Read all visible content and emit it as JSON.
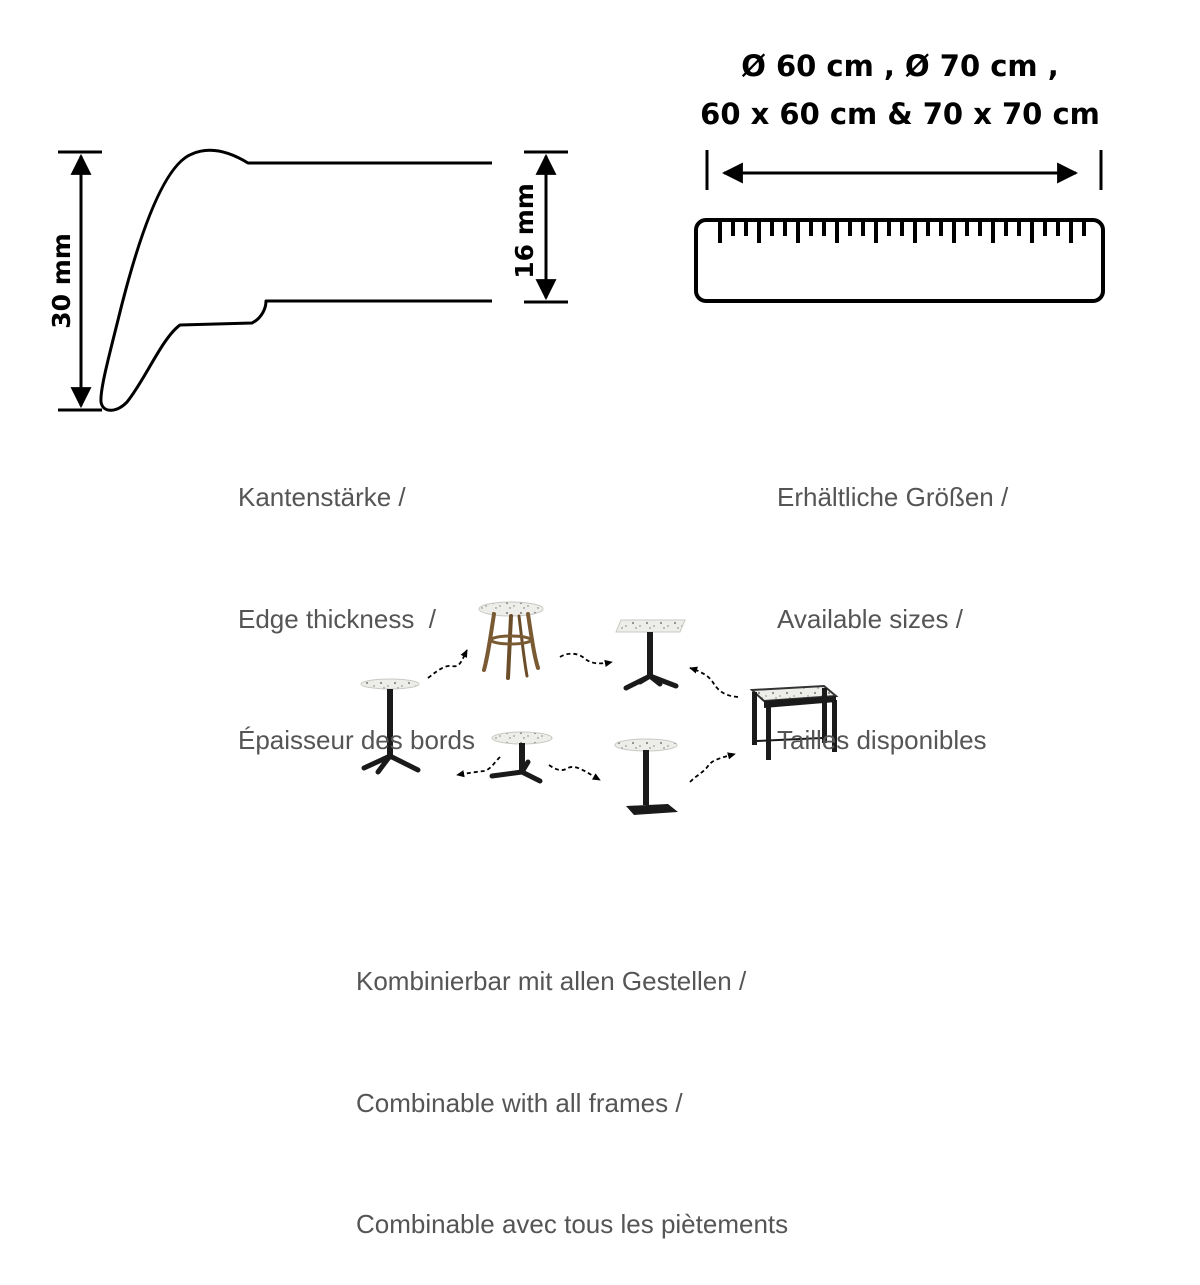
{
  "edge": {
    "total_thickness": "30 mm",
    "edge_thickness": "16 mm",
    "caption": [
      "Kantenstärke /",
      "Edge thickness  /",
      "Épaisseur des bords"
    ]
  },
  "sizes": {
    "line1": "Ø 60 cm , Ø 70 cm ,",
    "line2": "60 x 60 cm & 70 x 70 cm",
    "caption": [
      "Erhältliche Größen /",
      "Available sizes /",
      "Tailles disponibles"
    ]
  },
  "frames": {
    "caption": [
      "Kombinierbar mit allen Gestellen /",
      "Combinable with all frames /",
      "Combinable avec tous les piètements"
    ]
  },
  "colors": {
    "line": "#000000",
    "caption_text": "#555555",
    "terrazzo_top": "#ededea",
    "wood_frame": "#7a5a32",
    "metal_frame": "#1a1a1a"
  }
}
